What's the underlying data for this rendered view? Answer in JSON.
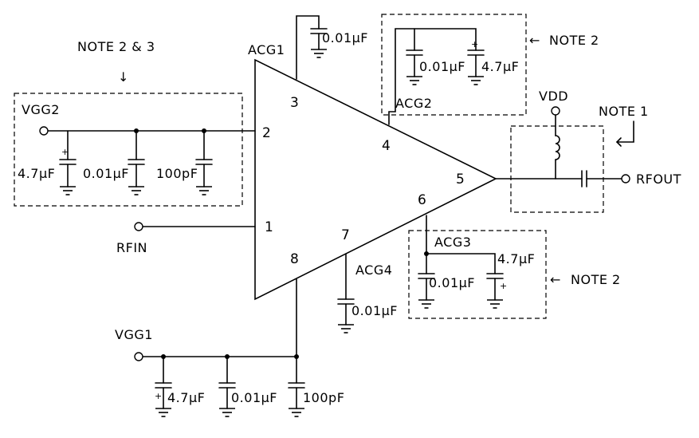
{
  "pins": {
    "p1": "1",
    "p2": "2",
    "p3": "3",
    "p4": "4",
    "p5": "5",
    "p6": "6",
    "p7": "7",
    "p8": "8"
  },
  "labels": {
    "acg1": "ACG1",
    "acg2": "ACG2",
    "acg3": "ACG3",
    "acg4": "ACG4",
    "vgg1": "VGG1",
    "vgg2": "VGG2",
    "vdd": "VDD",
    "rfin": "RFIN",
    "rfout": "RFOUT"
  },
  "notes": {
    "note23": "NOTE 2 & 3",
    "note2_top": "NOTE 2",
    "note1": "NOTE 1",
    "note2_bottom": "NOTE 2"
  },
  "arrows": {
    "down": "↓",
    "left": "←"
  },
  "values": {
    "c_4u7": "4.7μF",
    "c_0u01": "0.01μF",
    "c_100p": "100pF"
  },
  "polarity": "+"
}
